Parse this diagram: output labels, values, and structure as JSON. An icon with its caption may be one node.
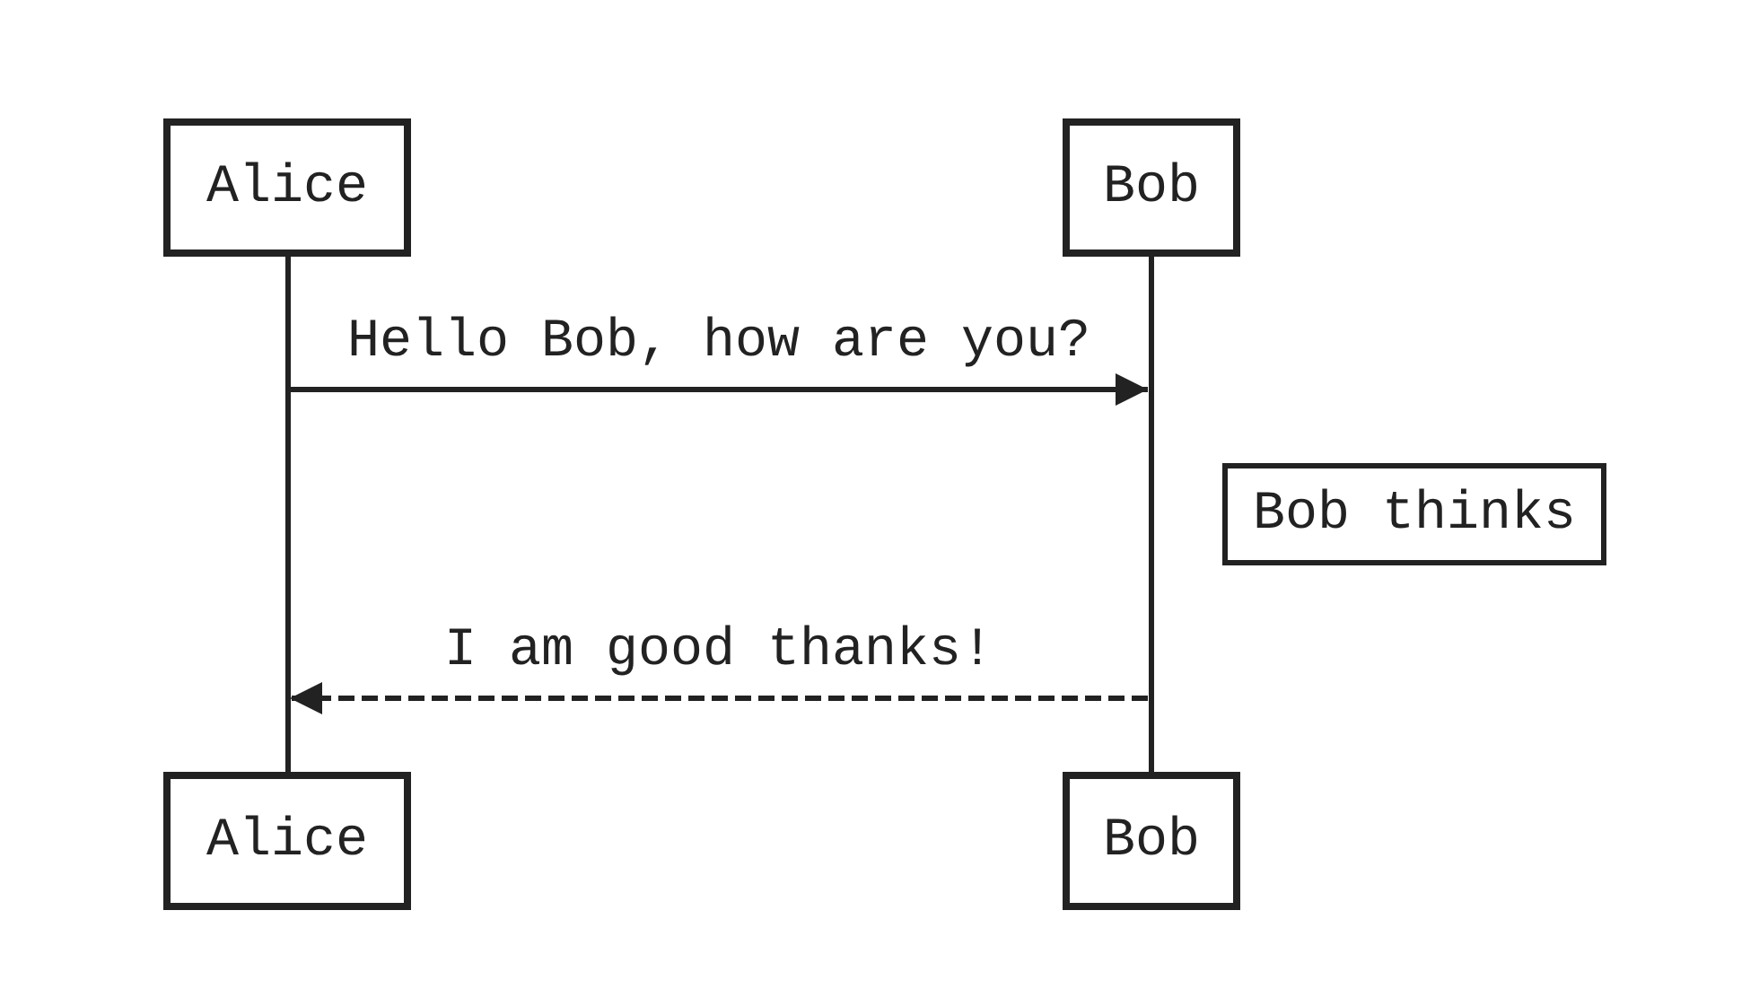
{
  "diagram": {
    "nodes": [
      {
        "text": [
          "Alice"
        ]
      },
      {
        "text": [
          "Bob"
        ]
      },
      {
        "text": [
          "Alice"
        ]
      },
      {
        "text": [
          "Bob"
        ]
      },
      {
        "text": [
          "Bob thinks"
        ]
      },
      {
        "text": [],
        "shape": "bar"
      },
      {
        "text": [],
        "shape": "bar"
      }
    ],
    "edges": [
      {
        "from": 5,
        "to": 6,
        "arrow": "to",
        "label": "Hello Bob, how are you?"
      },
      {
        "from": 6,
        "to": 5,
        "arrow": "to",
        "label": "I am good thanks!",
        "style": "dashed"
      }
    ]
  }
}
